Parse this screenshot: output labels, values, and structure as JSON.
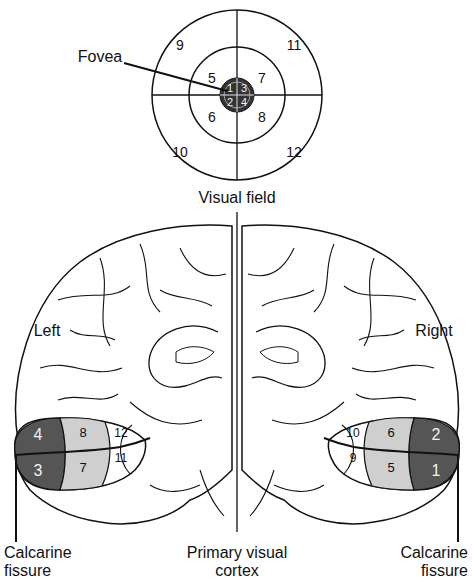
{
  "diagram": {
    "labels": [
      "9",
      "11",
      "Fovea",
      "5",
      "1",
      "3",
      "7",
      "2",
      "4",
      "6",
      "8",
      "10",
      "12",
      "Visual field",
      "Left",
      "Right",
      "4",
      "8",
      "12",
      "11",
      "7",
      "3",
      "10",
      "6",
      "2",
      "9",
      "5",
      "1",
      "Calcarine fissure",
      "Primary visual cortex",
      "Calcarine fissure"
    ]
  }
}
